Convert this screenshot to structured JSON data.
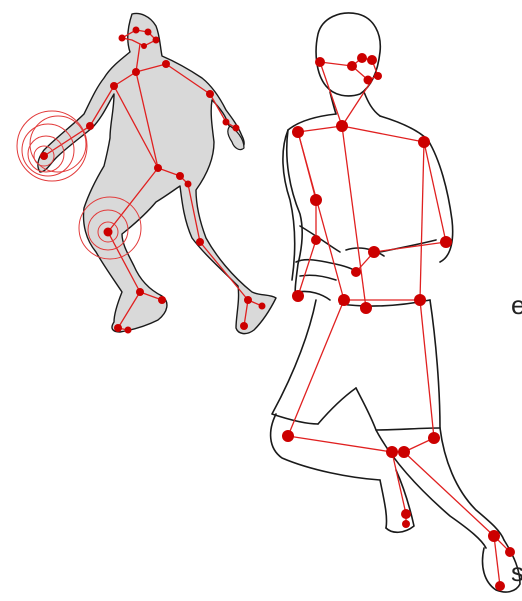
{
  "edge_text": {
    "e": "e",
    "s": "s"
  },
  "colors": {
    "silhouette_fill": "#d8d8d8",
    "outline": "#1a1a1a",
    "skeleton": "#e02020",
    "joint": "#cc0000",
    "ring": "#e23a3a"
  },
  "figures": [
    {
      "name": "small-player",
      "style": "filled-silhouette",
      "rings_at": [
        "ball-hand",
        "knee"
      ]
    },
    {
      "name": "large-player",
      "style": "outline-drawing"
    }
  ]
}
